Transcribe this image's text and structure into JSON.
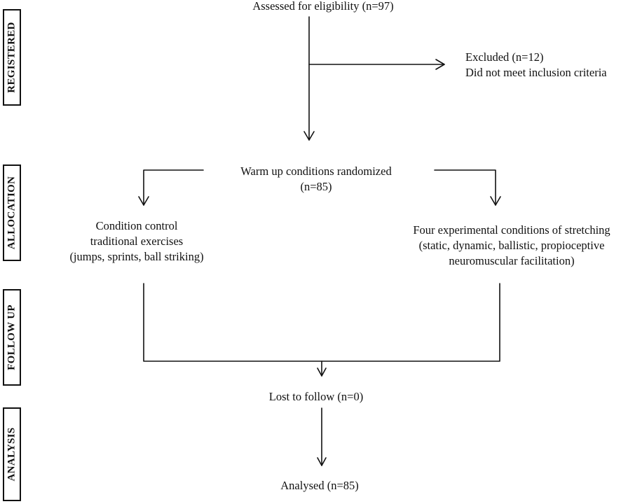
{
  "phases": {
    "registered": "REGISTERED",
    "allocation": "ALLOCATION",
    "follow_up": "FOLLOW UP",
    "analysis": "ANALYSIS"
  },
  "nodes": {
    "assessed": "Assessed for eligibility (n=97)",
    "excluded_line1": "Excluded (n=12)",
    "excluded_line2": "Did not meet inclusion criteria",
    "randomized_line1": "Warm up conditions randomized",
    "randomized_line2": "(n=85)",
    "control_line1": "Condition control",
    "control_line2": "traditional exercises",
    "control_line3": "(jumps, sprints, ball striking)",
    "experimental_line1": "Four experimental conditions of stretching",
    "experimental_line2": "(static, dynamic, ballistic, propioceptive",
    "experimental_line3": "neuromuscular facilitation)",
    "lost": "Lost to follow (n=0)",
    "analysed": "Analysed (n=85)"
  }
}
